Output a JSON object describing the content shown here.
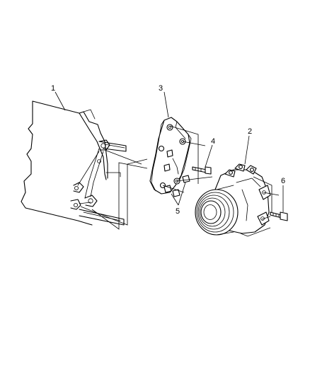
{
  "callouts": {
    "c1": "1",
    "c2": "2",
    "c3": "3",
    "c4": "4",
    "c5": "5",
    "c6": "6"
  },
  "parts": [
    "engine-block",
    "compressor",
    "mounting-bracket",
    "bracket-bolt",
    "bracket-studs",
    "compressor-bolt"
  ]
}
